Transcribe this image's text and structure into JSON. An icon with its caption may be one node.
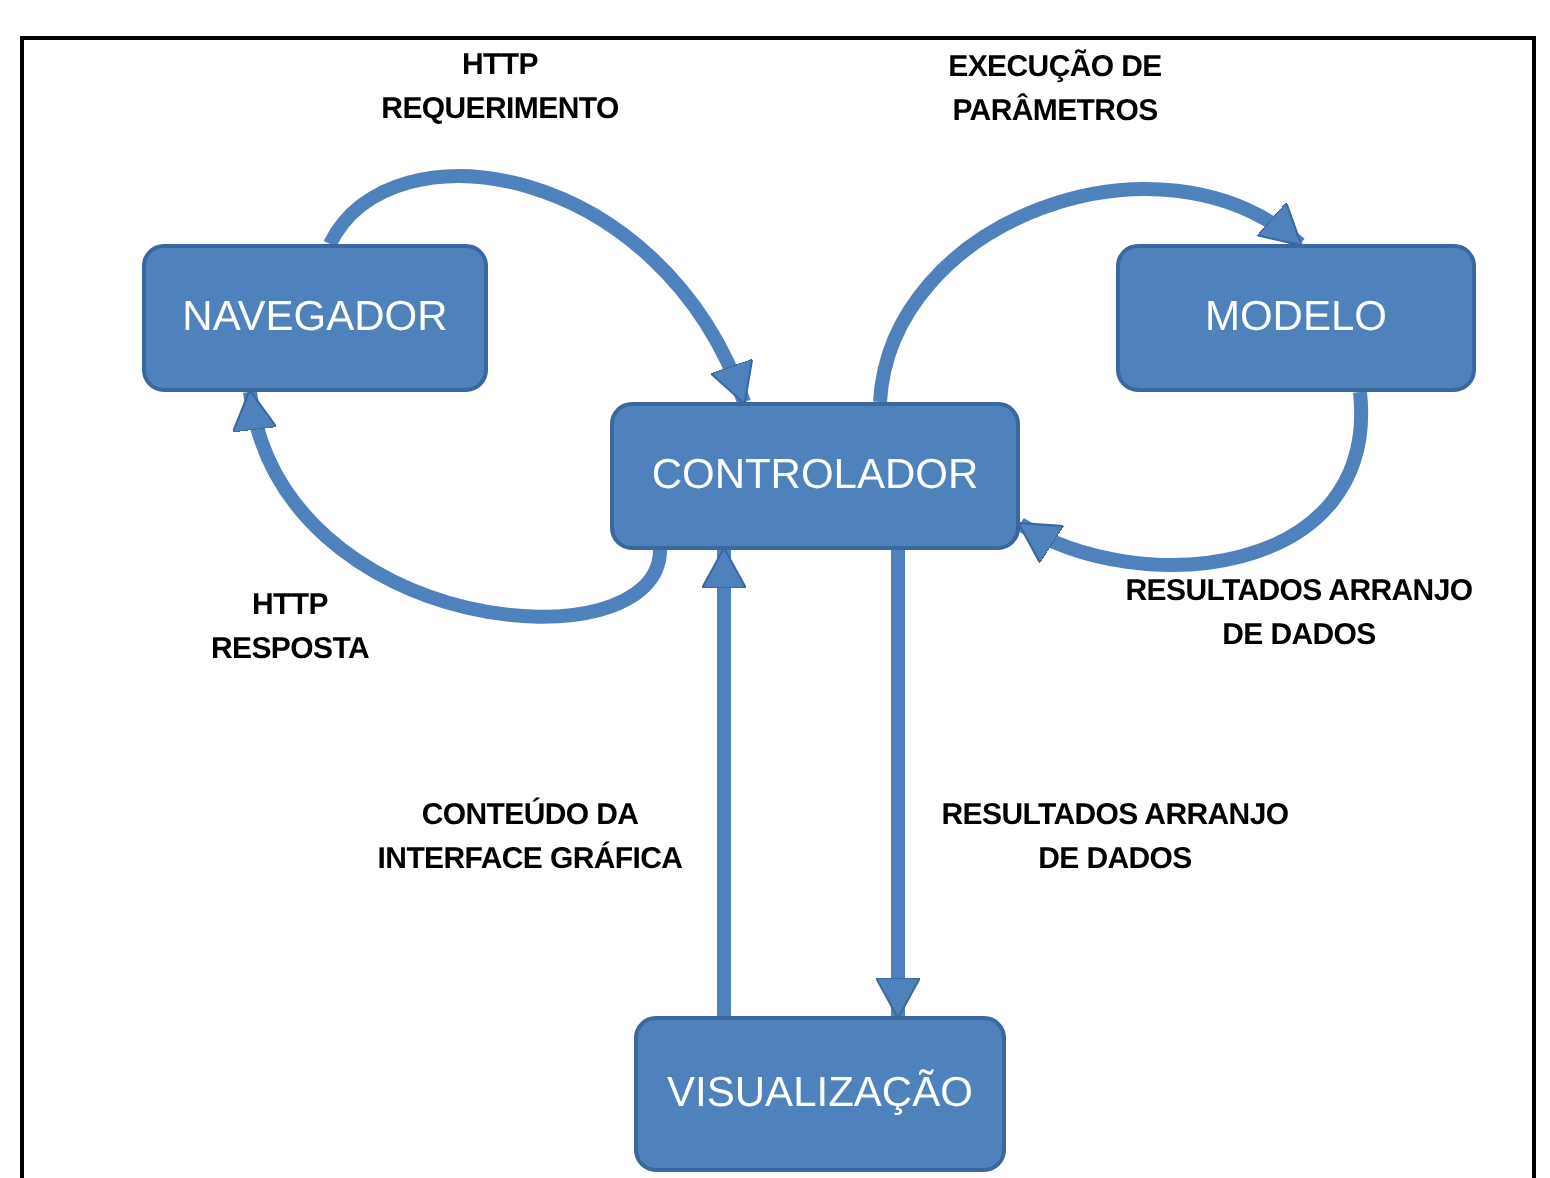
{
  "diagram": {
    "nodes": [
      {
        "text": [
          "NAVEGADOR"
        ]
      },
      {
        "text": [
          "MODELO"
        ]
      },
      {
        "text": [
          "CONTROLADOR"
        ]
      },
      {
        "text": [
          "VISUALIZAÇÃO"
        ]
      }
    ],
    "edges": [
      {
        "from": 0,
        "to": 2,
        "arrow": "to",
        "label": "HTTP REQUERIMENTO"
      },
      {
        "from": 2,
        "to": 1,
        "arrow": "to",
        "label": "EXECUÇÃO DE PARÂMETROS"
      },
      {
        "from": 1,
        "to": 2,
        "arrow": "to",
        "label": "RESULTADOS ARRANJO DE DADOS"
      },
      {
        "from": 2,
        "to": 0,
        "arrow": "to",
        "label": "HTTP RESPOSTA"
      },
      {
        "from": 3,
        "to": 2,
        "arrow": "to",
        "label": "CONTEÚDO DA INTERFACE GRÁFICA"
      },
      {
        "from": 2,
        "to": 3,
        "arrow": "to",
        "label": "RESULTADOS ARRANJO DE DADOS"
      }
    ]
  }
}
